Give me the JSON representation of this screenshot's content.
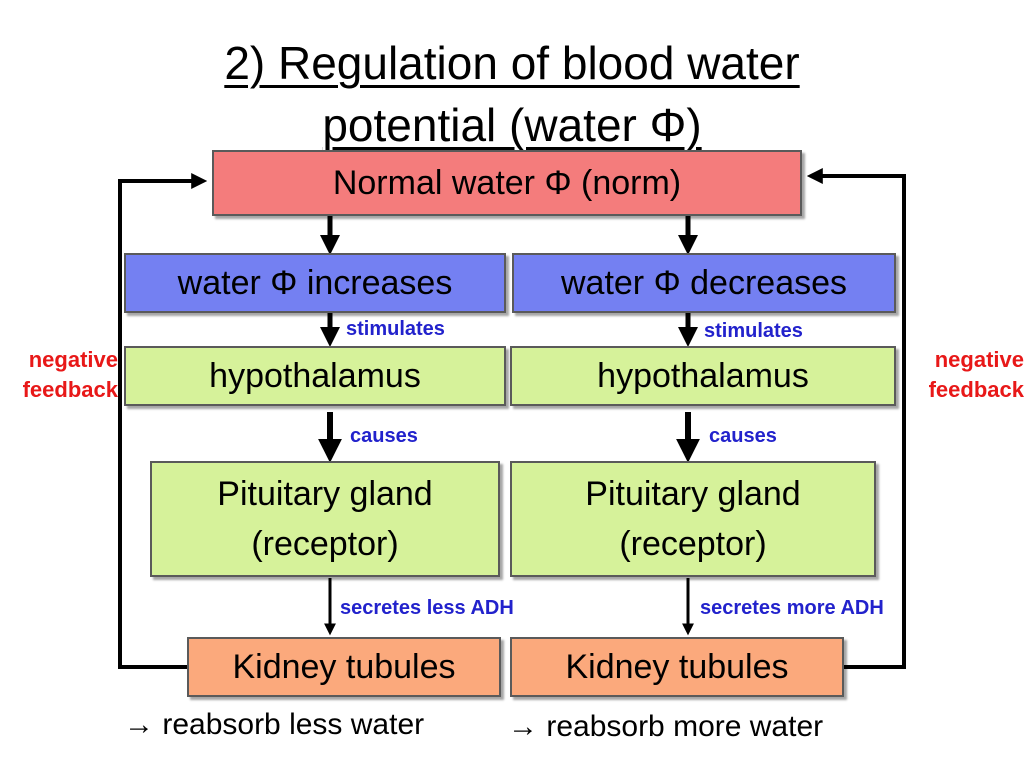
{
  "title": {
    "line1": "2) Regulation of blood water",
    "line2": "potential (water Φ)"
  },
  "norm_box": "Normal water Φ (norm)",
  "left": {
    "change": "water Φ increases",
    "link1": "stimulates",
    "hypothalamus": "hypothalamus",
    "link2": "causes",
    "pituitary_line1": "Pituitary gland",
    "pituitary_line2": "(receptor)",
    "link3": "secretes less ADH",
    "kidney": "Kidney tubules",
    "outcome": "→ reabsorb less water",
    "feedback_line1": "negative",
    "feedback_line2": "feedback"
  },
  "right": {
    "change": "water Φ decreases",
    "link1": "stimulates",
    "hypothalamus": "hypothalamus",
    "link2": "causes",
    "pituitary_line1": "Pituitary gland",
    "pituitary_line2": "(receptor)",
    "link3": "secretes more ADH",
    "kidney": "Kidney tubules",
    "outcome": "→ reabsorb more water",
    "feedback_line1": "negative",
    "feedback_line2": "feedback"
  },
  "colors": {
    "norm": "#f47c7c",
    "change": "#7480f2",
    "hypothalamus_pituitary": "#d6f29a",
    "kidney": "#fba97c",
    "link_label": "#2222cc",
    "feedback_label": "#e81818"
  }
}
